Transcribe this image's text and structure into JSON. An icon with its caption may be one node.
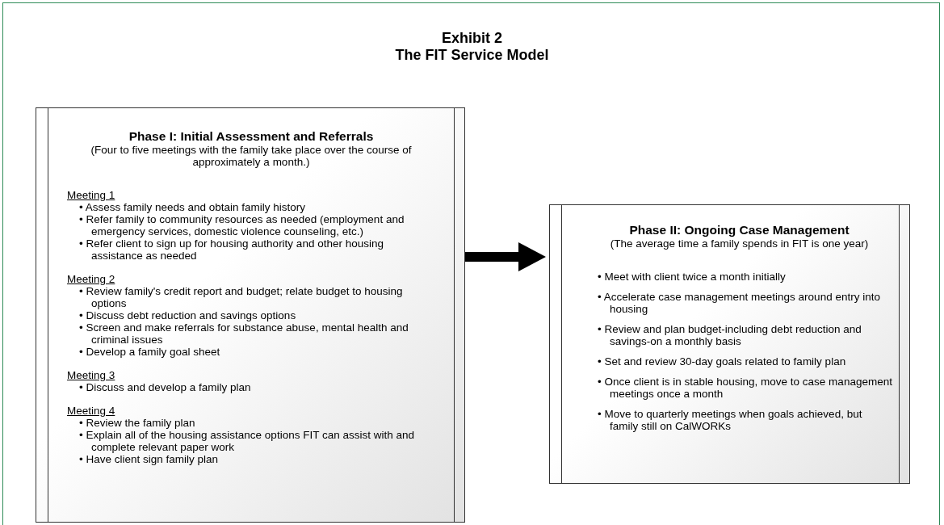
{
  "diagram": {
    "title": "Exhibit 2",
    "nodes": [
      {
        "text": [
          "Phase I: Initial Assessment and Referrals",
          "(Four to five meetings with the family take place over the course of approximately a month.)",
          "Meeting 1",
          "• Assess family needs and obtain family history",
          "• Refer family to community resources as needed (employment and emergency services, domestic violence counseling, etc.)",
          "• Refer client to sign up for housing authority and other housing assistance as needed",
          "Meeting 2",
          "• Review family's credit report and budget; relate budget to housing options",
          "• Discuss debt reduction and savings options",
          "• Screen and make referrals for substance abuse, mental health and criminal issues",
          "• Develop a family goal sheet",
          "Meeting 3",
          "• Discuss and develop a family plan",
          "Meeting 4",
          "• Review the family plan",
          "• Explain all of the housing assistance options FIT can assist with and complete relevant paper work",
          "• Have client sign family plan"
        ]
      },
      {
        "text": [
          "Phase II: Ongoing Case Management",
          "(The average time a family spends in FIT is one year)",
          "• Meet with client twice a month initially",
          "• Accelerate case management meetings around entry into housing",
          "• Review and plan budget-including debt reduction and savings-on a monthly basis",
          "• Set and review 30-day goals related to family plan",
          "• Once client is in stable housing, move to case management meetings once a month",
          "• Move to quarterly meetings when goals achieved, but family still on CalWORKs"
        ]
      }
    ],
    "edges": [
      {
        "from": 0,
        "to": 1,
        "arrow": "to",
        "style": "thick"
      }
    ],
    "labels": [
      "The FIT Service Model"
    ]
  }
}
